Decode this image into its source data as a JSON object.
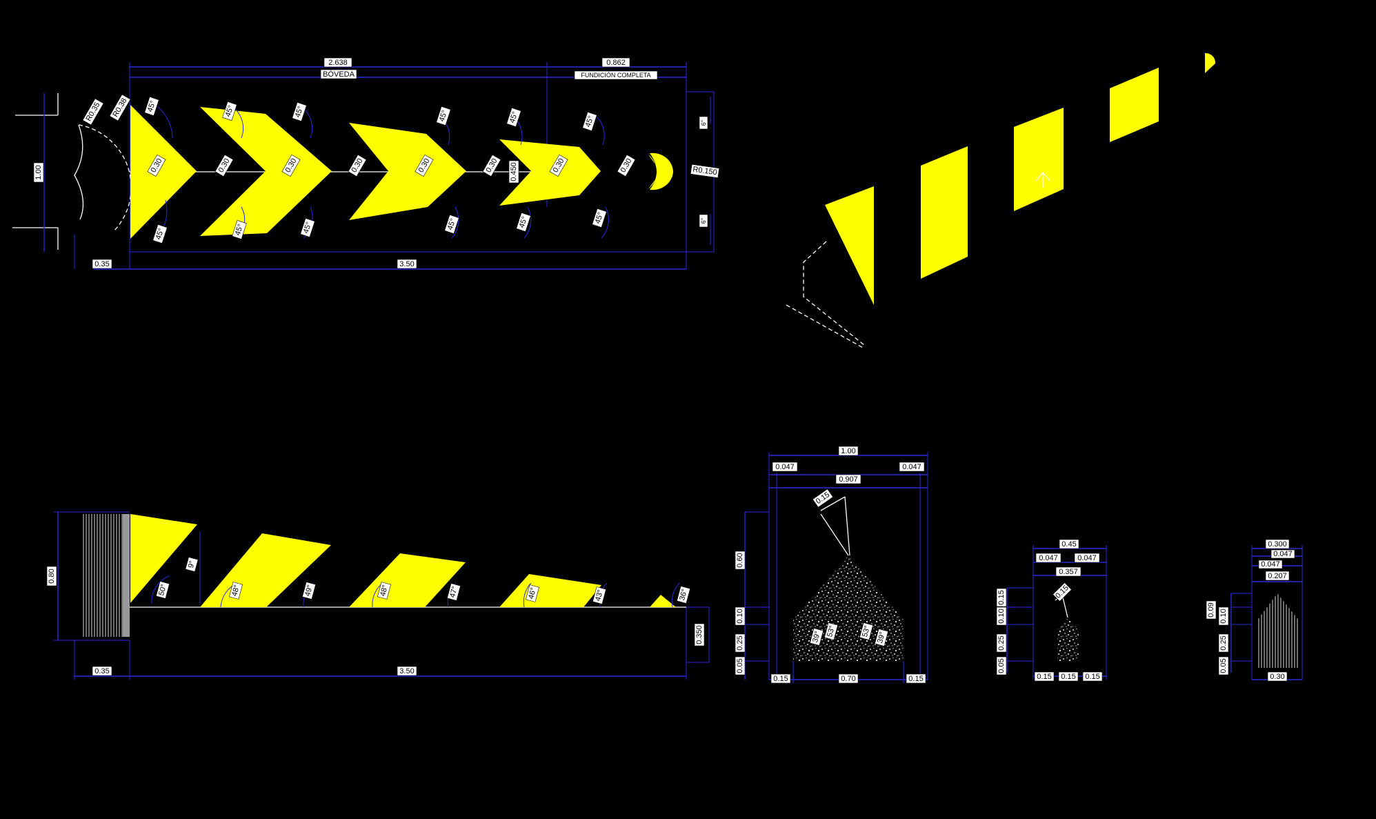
{
  "plan": {
    "vault_dim": "2.638",
    "vault_label": "BÓVEDA",
    "pour_dim": "0.862",
    "pour_label": "FUNDICIÓN COMPLETA",
    "height_dim": "1.00",
    "radius_a": "R0.35",
    "radius_b": "R0.38",
    "width_a": "0.30",
    "width_mid": "0.450",
    "radius_end": "R0.150",
    "angle_45": "45°",
    "angle_end": "6°",
    "base_left": "0.35",
    "base_total": "3.50"
  },
  "elevation": {
    "height": "0.80",
    "base_left": "0.35",
    "base_total": "3.50",
    "end_height": "0.350",
    "angles": [
      "50°",
      "9°",
      "48°",
      "49°",
      "48°",
      "47°",
      "46°",
      "43°",
      "36°"
    ]
  },
  "section_large": {
    "total": "1.00",
    "side_a": "0.047",
    "side_b": "0.047",
    "inner": "0.907",
    "slope": "0.15",
    "h1": "0.60",
    "h2": "0.10",
    "h3": "0.25",
    "h4": "0.05",
    "b1": "0.15",
    "b2": "0.70",
    "b3": "0.15",
    "a1": "39°",
    "a2": "53°",
    "a3": "53°",
    "a4": "39°"
  },
  "section_medium": {
    "total": "0.45",
    "side_a": "0.047",
    "side_b": "0.047",
    "inner": "0.357",
    "slope": "0.15",
    "h1": "0.15",
    "h2": "0.10",
    "h3": "0.25",
    "h4": "0.05",
    "b1": "0.15",
    "b2": "0.15",
    "b3": "0.15"
  },
  "section_small": {
    "total": "0.300",
    "side_a": "0.047",
    "side_b": "0.047",
    "inner": "0.207",
    "h1": "0.09",
    "h2": "0.10",
    "h3": "0.25",
    "h4": "0.05",
    "base": "0.30"
  }
}
